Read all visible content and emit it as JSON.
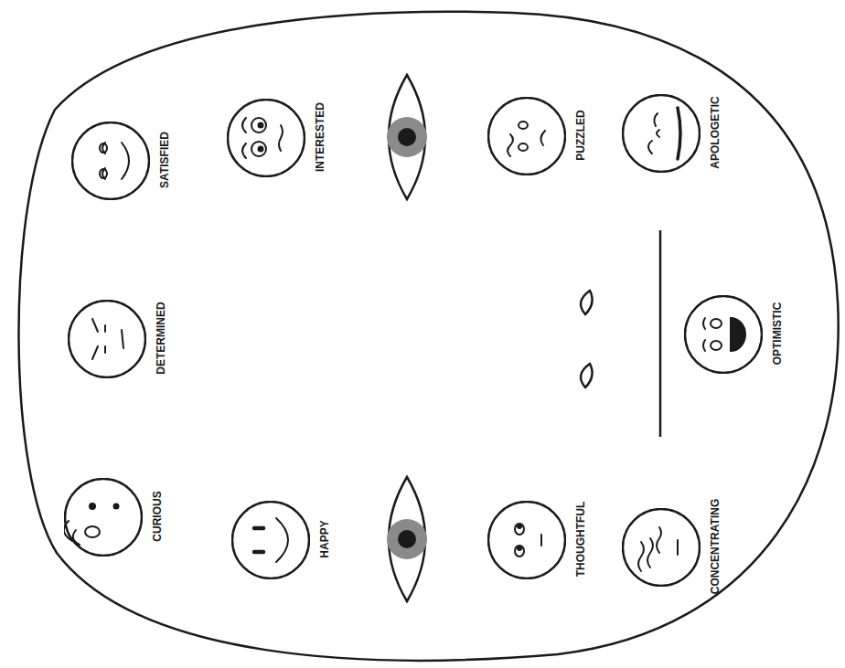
{
  "diagram": {
    "nodes": [
      {
        "text": [
          "CURIOUS"
        ]
      },
      {
        "text": [
          "DETERMINED"
        ]
      },
      {
        "text": [
          "SATISFIED"
        ]
      },
      {
        "text": [
          "HAPPY"
        ]
      },
      {
        "text": [
          "INTERESTED"
        ]
      },
      {
        "text": [
          "THOUGHTFUL"
        ]
      },
      {
        "text": [
          "PUZZLED"
        ]
      },
      {
        "text": [
          "CONCENTRATING"
        ]
      },
      {
        "text": [
          "OPTIMISTIC"
        ]
      },
      {
        "text": [
          "APOLOGETIC"
        ]
      }
    ]
  }
}
